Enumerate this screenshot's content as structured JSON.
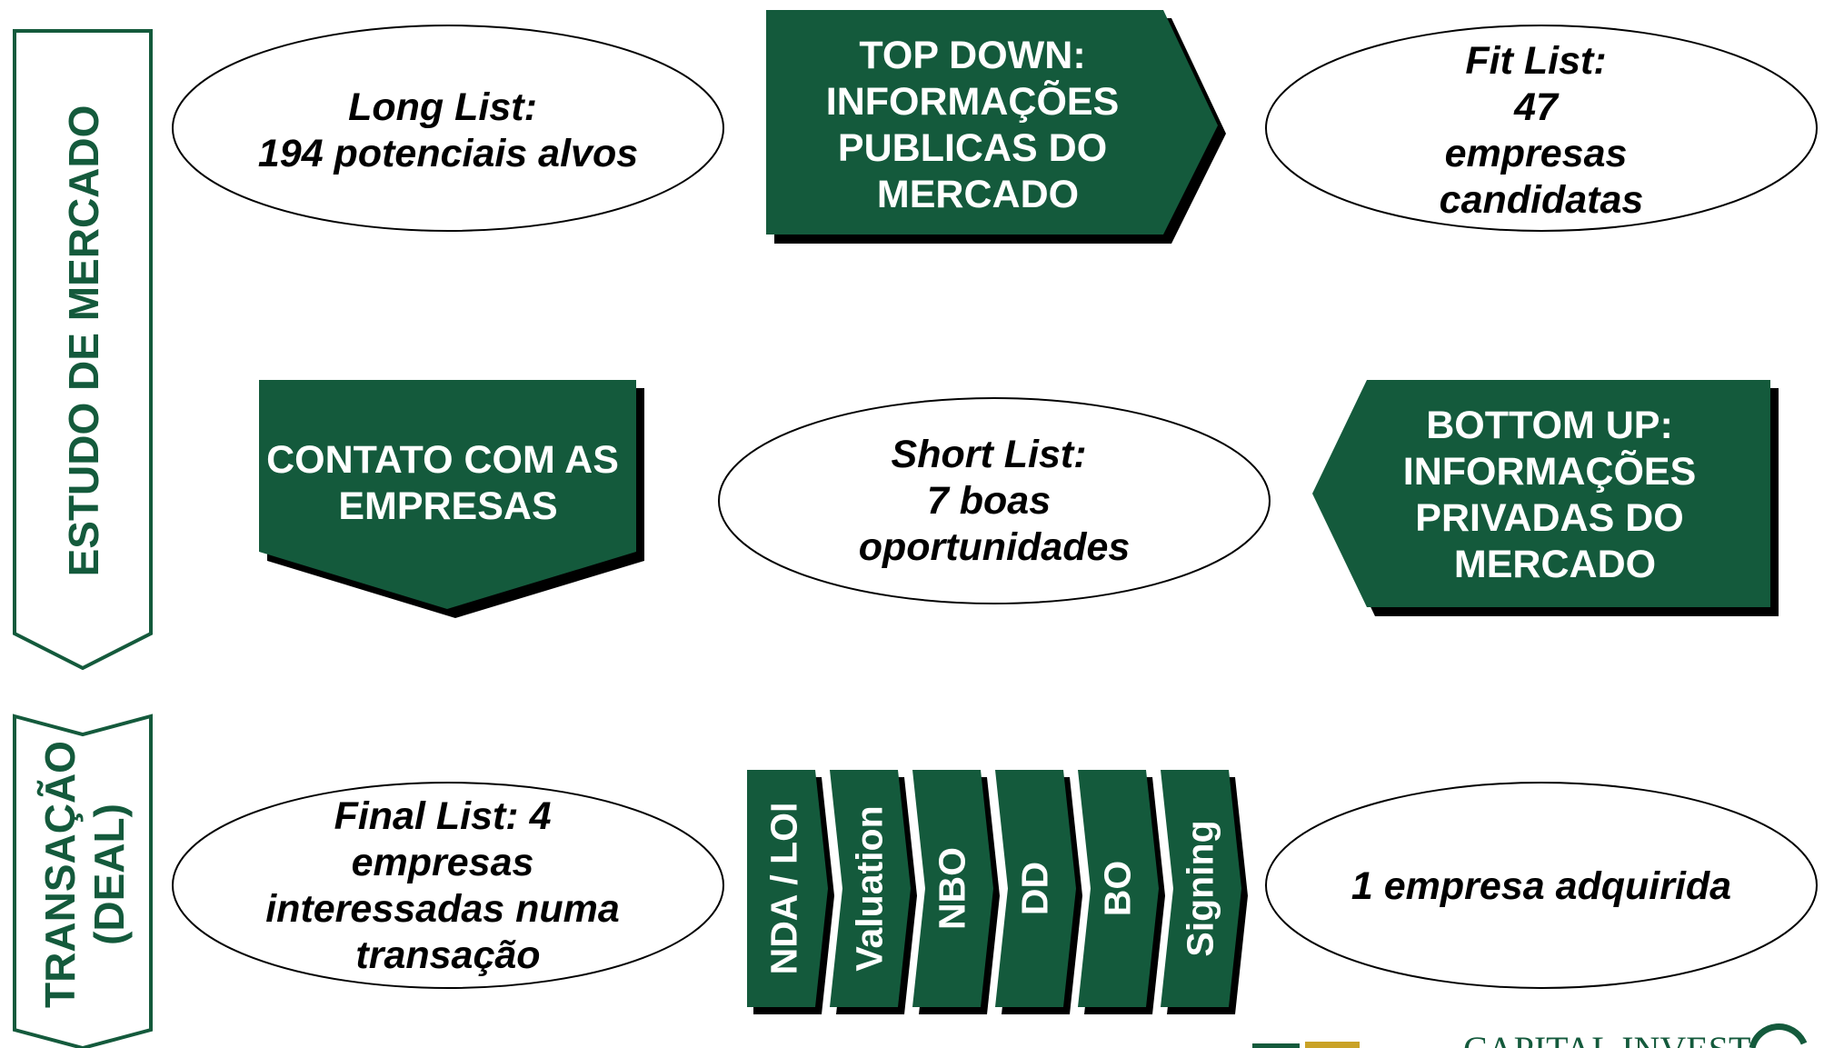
{
  "colors": {
    "accent": "#145a3c",
    "shadow": "#000000",
    "background": "#ffffff"
  },
  "side_labels": {
    "market_study": "ESTUDO DE MERCADO",
    "transaction_line1": "TRANSAÇÃO",
    "transaction_line2": "(DEAL)"
  },
  "lists": {
    "long_list": [
      "Long List:",
      "194 potenciais alvos"
    ],
    "fit_list": [
      "Fit List:",
      "47",
      "empresas",
      "candidatas"
    ],
    "short_list": [
      "Short List:",
      "7 boas",
      "oportunidades"
    ],
    "final_list": [
      "Final List: 4",
      "empresas",
      "interessadas numa",
      "transação"
    ],
    "acquired": [
      "1 empresa adquirida"
    ]
  },
  "process_boxes": {
    "top_down": [
      "TOP DOWN:",
      "INFORMAÇÕES",
      "PUBLICAS DO",
      "MERCADO"
    ],
    "contact": [
      "CONTATO COM AS",
      "EMPRESAS"
    ],
    "bottom_up": [
      "BOTTOM UP:",
      "INFORMAÇÕES",
      "PRIVADAS DO",
      "MERCADO"
    ]
  },
  "deal_steps": [
    "NDA / LOI",
    "Valuation",
    "NBO",
    "DD",
    "BO",
    "Signing"
  ],
  "footer": {
    "logo_text": "CAPITAL INVEST"
  }
}
